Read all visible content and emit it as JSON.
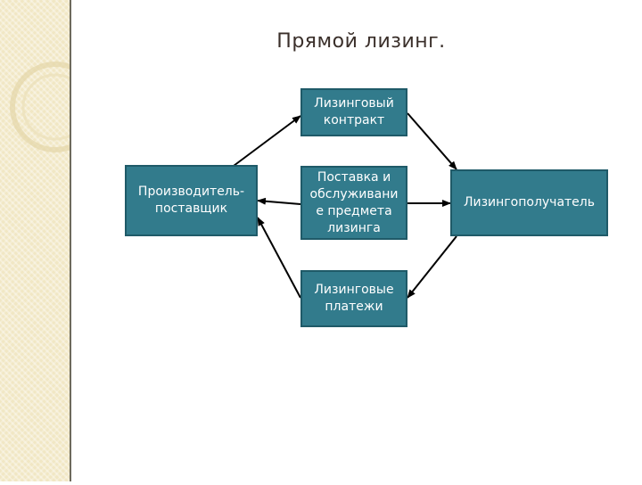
{
  "title": "Прямой лизинг.",
  "nodes": {
    "contract": "Лизинговый контракт",
    "delivery": "Поставка и обслуживани е предмета лизинга",
    "payments": "Лизинговые платежи",
    "supplier": "Производитель-поставщик",
    "lessee": "Лизингополучатель"
  },
  "colors": {
    "box_fill": "#327b8c",
    "box_border": "#1f5a68",
    "arrow": "#000000",
    "side_panel": "#f1e7c4"
  }
}
